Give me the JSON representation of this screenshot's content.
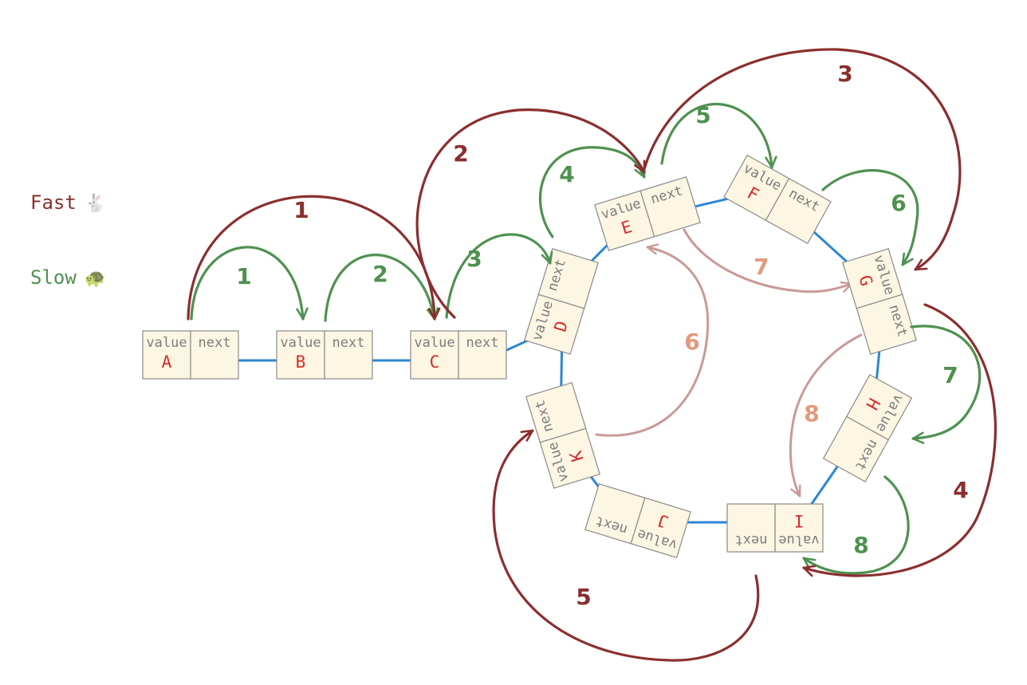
{
  "legend": {
    "fast": {
      "label": "Fast",
      "emoji": "🐇"
    },
    "slow": {
      "label": "Slow",
      "emoji": "🐢"
    }
  },
  "node_captions": {
    "value": "value",
    "next": "next"
  },
  "nodes": [
    "A",
    "B",
    "C",
    "D",
    "E",
    "F",
    "G",
    "H",
    "I",
    "J",
    "K"
  ],
  "slow_steps": [
    "1",
    "2",
    "3",
    "4",
    "5",
    "6",
    "7",
    "8"
  ],
  "fast_steps": [
    "1",
    "2",
    "3",
    "4",
    "5",
    "6",
    "7",
    "8"
  ],
  "colors": {
    "fast": "#8b2e2e",
    "slow": "#4f9150",
    "fast_faded": "#c99a97",
    "fast_faded_label": "#e29a7e",
    "pointer": "#2b86d4",
    "node_fill": "#fdf6e3",
    "node_border": "#8a8a8a",
    "node_value": "#d62b2b",
    "node_caption": "#7c7c7c"
  }
}
